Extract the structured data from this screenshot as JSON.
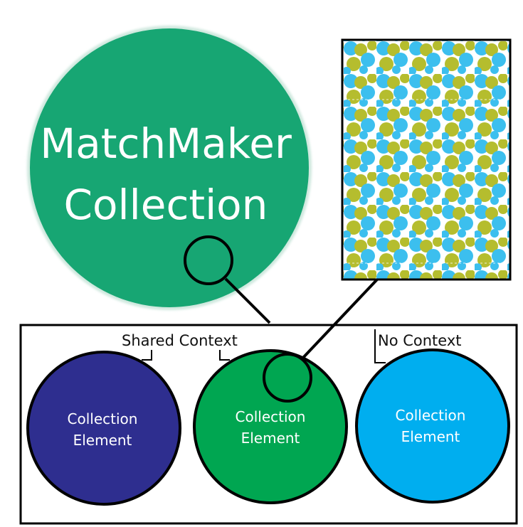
{
  "title": {
    "line1": "MatchMaker",
    "line2": "Collection"
  },
  "labels": {
    "shared_context": "Shared Context",
    "no_context": "No Context"
  },
  "elements": [
    {
      "line1": "Collection",
      "line2": "Element",
      "color": "#2e2e8f"
    },
    {
      "line1": "Collection",
      "line2": "Element",
      "color": "#00a651"
    },
    {
      "line1": "Collection",
      "line2": "Element",
      "color": "#00aeef"
    }
  ],
  "colors": {
    "collection_circle": "#17a673",
    "pattern_blue": "#3cbfee",
    "pattern_olive": "#b5bd2e",
    "outline": "#000000"
  }
}
